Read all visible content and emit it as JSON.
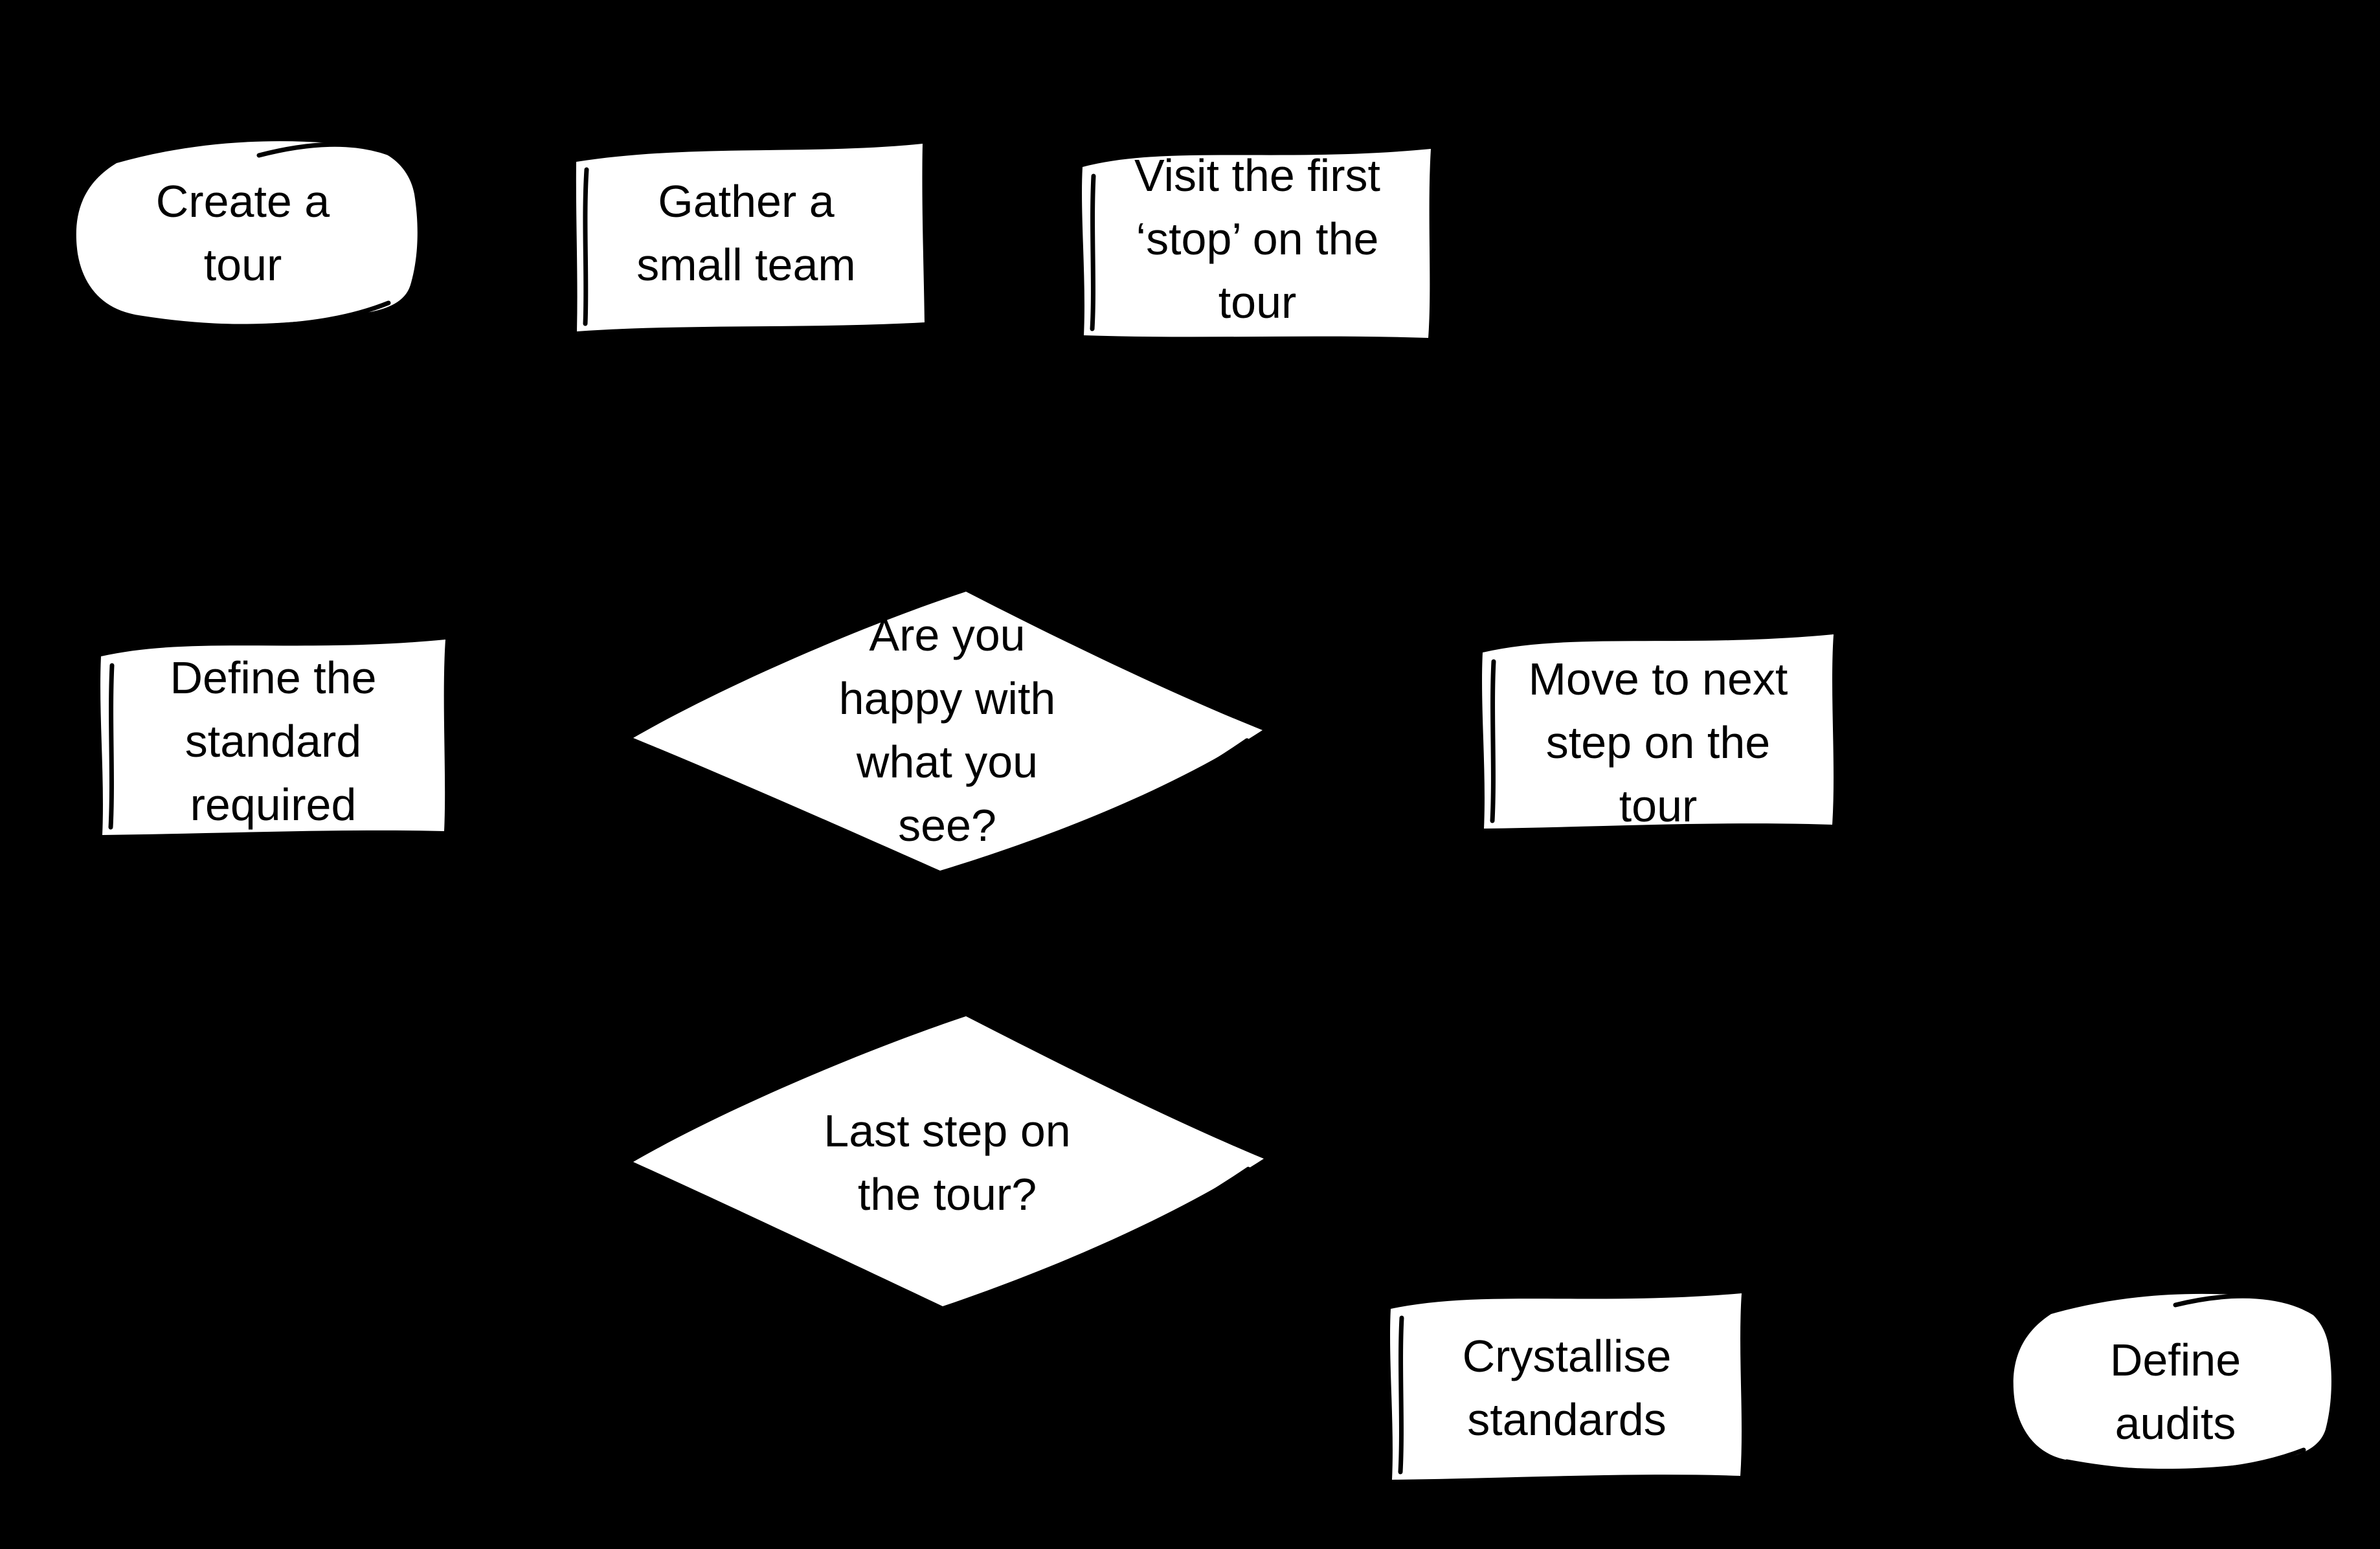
{
  "colors": {
    "background": "#000000",
    "shape_fill": "#ffffff",
    "text": "#000000"
  },
  "diagram": {
    "type": "flowchart",
    "nodes": [
      {
        "id": "create-tour",
        "shape": "terminator",
        "label": "Create a\ntour"
      },
      {
        "id": "gather-team",
        "shape": "process",
        "label": "Gather a\nsmall team"
      },
      {
        "id": "visit-first-stop",
        "shape": "process",
        "label": "Visit the first\n‘stop’ on the\ntour"
      },
      {
        "id": "define-standard",
        "shape": "process",
        "label": "Define the\nstandard\nrequired"
      },
      {
        "id": "happy-decision",
        "shape": "decision",
        "label": "Are you\nhappy with\nwhat you\nsee?"
      },
      {
        "id": "move-next-step",
        "shape": "process",
        "label": "Move to next\nstep on the\ntour"
      },
      {
        "id": "last-step-decision",
        "shape": "decision",
        "label": "Last step on\nthe tour?"
      },
      {
        "id": "crystallise-standards",
        "shape": "process",
        "label": "Crystallise\nstandards"
      },
      {
        "id": "define-audits",
        "shape": "terminator",
        "label": "Define\naudits"
      }
    ]
  }
}
